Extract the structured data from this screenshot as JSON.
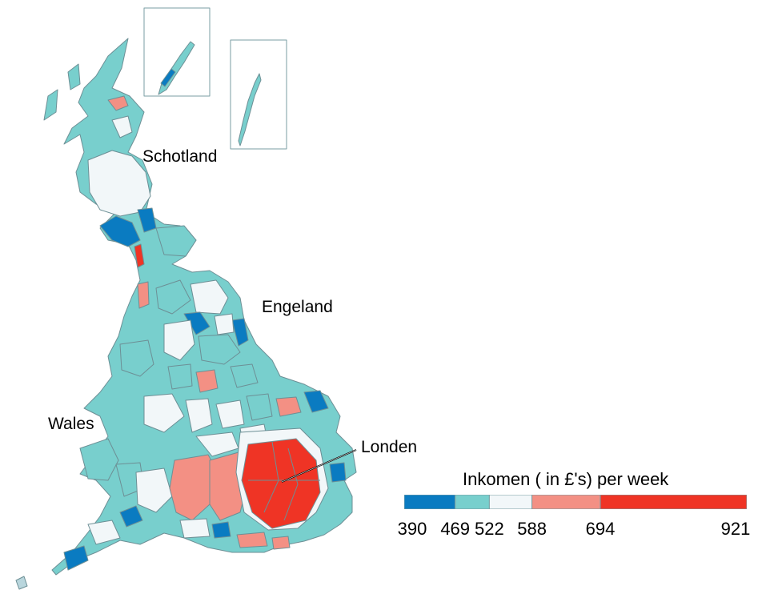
{
  "labels": {
    "scotland": "Schotland",
    "england": "Engeland",
    "wales": "Wales",
    "london": "Londen"
  },
  "legend": {
    "title": "Inkomen ( in £'s) per week",
    "ticks": [
      "390",
      "469",
      "522",
      "588",
      "694",
      "921"
    ],
    "breaks": [
      390,
      469,
      522,
      588,
      694,
      921
    ],
    "colors": [
      "#0a7bc1",
      "#78cfcd",
      "#f2f7f9",
      "#f39084",
      "#ef3425"
    ],
    "outline": "#7a9ea3"
  }
}
